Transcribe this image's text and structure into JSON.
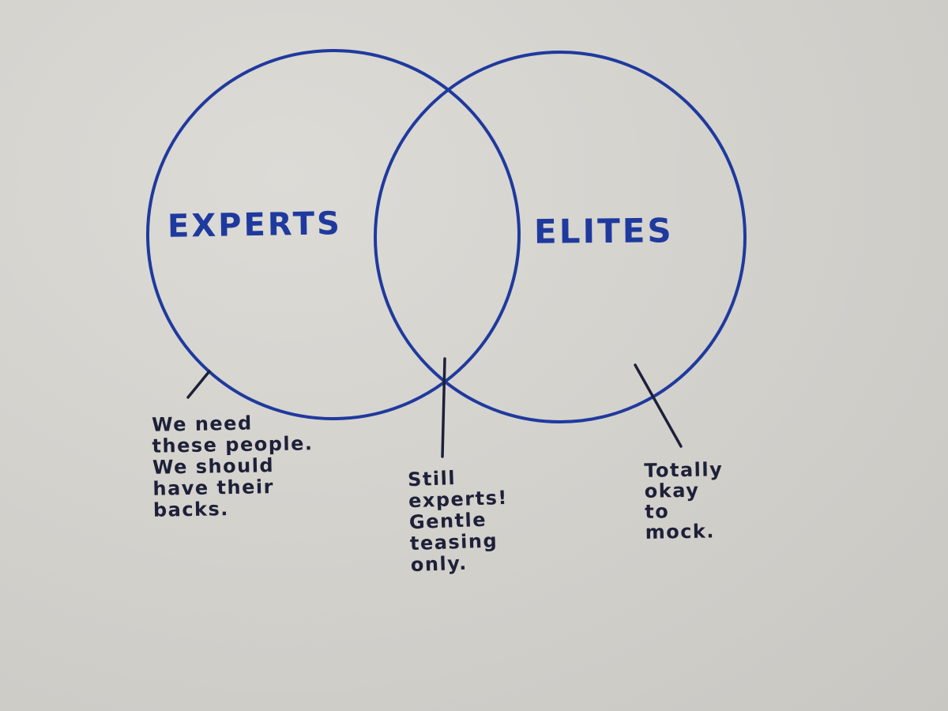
{
  "diagram": {
    "type": "venn",
    "sets": [
      {
        "id": "experts",
        "label": "EXPERTS",
        "annotation": "We need\nthese people.\nWe should\nhave their\nbacks."
      },
      {
        "id": "elites",
        "label": "ELITES",
        "annotation": "Totally\nokay\nto\nmock."
      }
    ],
    "intersection": {
      "sets": [
        "experts",
        "elites"
      ],
      "annotation": "Still\nexperts!\nGentle\nteasing\nonly."
    }
  },
  "colors": {
    "circle_ink": "#1f3a9e",
    "annotation_ink": "#1d2038",
    "paper": "#d4d2cd"
  }
}
